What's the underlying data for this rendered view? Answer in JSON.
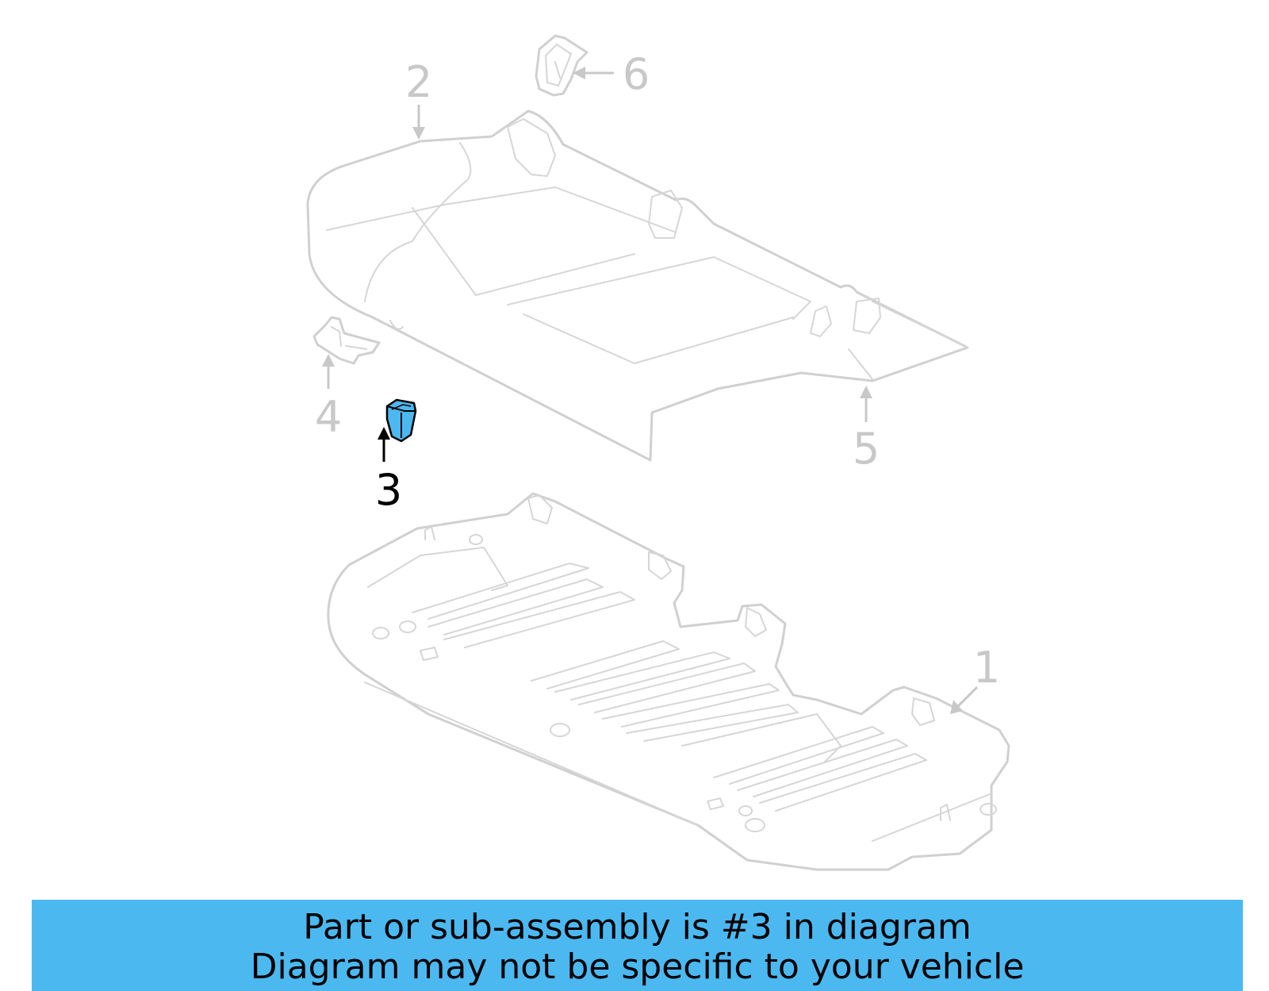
{
  "colors": {
    "highlight": "#4cb8f0",
    "banner_bg": "#4cb8f0",
    "inactive_part": "#d0d0d0",
    "inactive_label": "#c8c8c8",
    "active_label": "#000000"
  },
  "callouts": [
    {
      "id": "1",
      "label": "1",
      "active": false
    },
    {
      "id": "2",
      "label": "2",
      "active": false
    },
    {
      "id": "3",
      "label": "3",
      "active": true
    },
    {
      "id": "4",
      "label": "4",
      "active": false
    },
    {
      "id": "5",
      "label": "5",
      "active": false
    },
    {
      "id": "6",
      "label": "6",
      "active": false
    }
  ],
  "banner": {
    "line1": "Part or sub-assembly is #3 in diagram",
    "line2": "Diagram may not be specific to your vehicle"
  }
}
